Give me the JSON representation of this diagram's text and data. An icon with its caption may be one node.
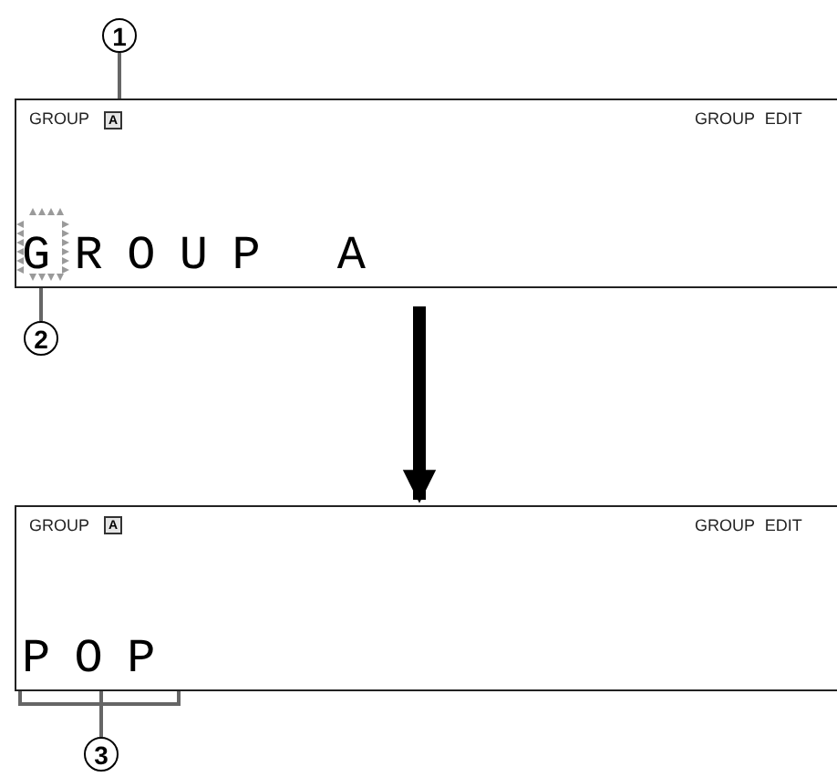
{
  "diagram": {
    "nodes": [
      {
        "text": [
          "1"
        ]
      },
      {
        "text": [
          "GROUP",
          "GROUP EDIT",
          "GROUP A"
        ]
      },
      {
        "text": [
          "A"
        ],
        "in": 1
      },
      {
        "text": [],
        "shape": "box",
        "in": 1
      },
      {
        "text": [
          "2"
        ]
      },
      {
        "text": [
          "GROUP",
          "GROUP EDIT",
          "POP"
        ]
      },
      {
        "text": [
          "A"
        ],
        "in": 5
      },
      {
        "text": [
          "3"
        ]
      }
    ],
    "edges": [
      {
        "from": 0,
        "to": 2,
        "arrow": "none"
      },
      {
        "from": 4,
        "to": 3,
        "arrow": "none"
      },
      {
        "from": 1,
        "to": 5,
        "arrow": "to",
        "style": "thick",
        "color": "#000000"
      },
      {
        "from": 7,
        "to": 5,
        "arrow": "none"
      }
    ]
  }
}
